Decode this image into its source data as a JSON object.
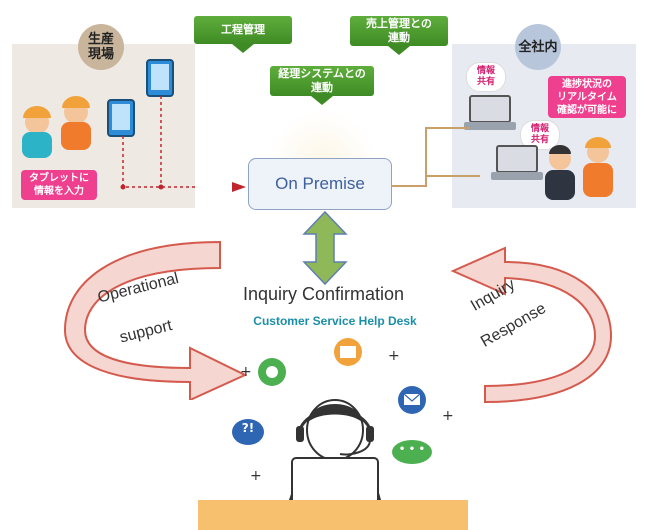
{
  "left_panel": {
    "badge": "生産\n現場",
    "tag": "タブレットに\n情報を入力"
  },
  "right_panel": {
    "badge": "全社内",
    "cloud_1": "情報\n共有",
    "cloud_2": "情報\n共有",
    "pink_tag": "進捗状況の\nリアルタイム\n確認が可能に"
  },
  "top_tags": {
    "tag_1": "工程管理",
    "tag_2": "売上管理との\n連動",
    "tag_3": "経理システムとの\n連動"
  },
  "center": {
    "on_premise": "On Premise",
    "inquiry_confirmation": "Inquiry Confirmation",
    "help_desk_title": "Customer Service Help Desk"
  },
  "arrows": {
    "left_label_1": "Operational",
    "left_label_2": "support",
    "right_label_1": "Inquiry",
    "right_label_2": "Response"
  },
  "icons": {
    "question": "?!",
    "chat": "• • •"
  },
  "colors": {
    "green": "#4a9a2e",
    "pink": "#ef3f8f",
    "arrow_fill": "#f6d6d0",
    "arrow_stroke": "#d55a4e",
    "teal_title": "#1c8fa8"
  }
}
